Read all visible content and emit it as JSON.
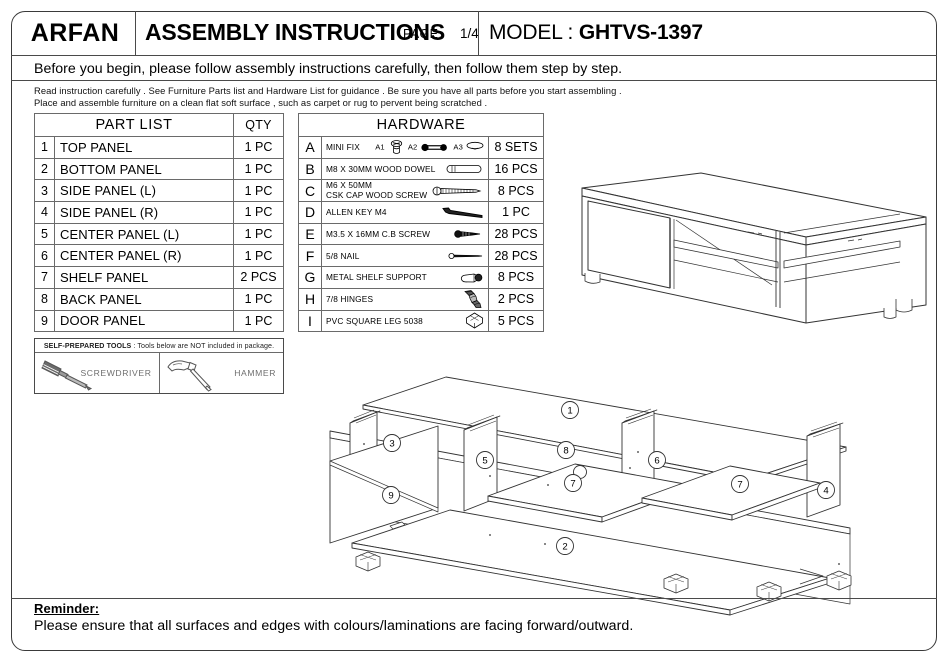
{
  "header": {
    "brand": "ARFAN",
    "title": "ASSEMBLY INSTRUCTIONS",
    "page_label": "PAGE:",
    "page_value": "1/4",
    "model_label": "MODEL :",
    "model_value": "GHTVS-1397"
  },
  "intro": "Before you begin, please follow assembly instructions carefully, then follow them step by step.",
  "notes": {
    "line1": "Read instruction carefully . See Furniture Parts list and Hardware List for guidance . Be sure you have all parts before you start assembling .",
    "line2": "Place and assemble furniture on a clean flat soft surface , such as carpet or rug to pervent being scratched ."
  },
  "part_list": {
    "title": "PART LIST",
    "qty_header": "QTY",
    "rows": [
      {
        "no": "1",
        "name": "TOP PANEL",
        "qty": "1 PC"
      },
      {
        "no": "2",
        "name": "BOTTOM PANEL",
        "qty": "1 PC"
      },
      {
        "no": "3",
        "name": "SIDE PANEL (L)",
        "qty": "1 PC"
      },
      {
        "no": "4",
        "name": "SIDE PANEL (R)",
        "qty": "1 PC"
      },
      {
        "no": "5",
        "name": "CENTER PANEL (L)",
        "qty": "1 PC"
      },
      {
        "no": "6",
        "name": "CENTER PANEL (R)",
        "qty": "1 PC"
      },
      {
        "no": "7",
        "name": "SHELF PANEL",
        "qty": "2 PCS"
      },
      {
        "no": "8",
        "name": "BACK PANEL",
        "qty": "1 PC"
      },
      {
        "no": "9",
        "name": "DOOR PANEL",
        "qty": "1 PC"
      }
    ]
  },
  "hardware": {
    "title": "HARDWARE",
    "rows": [
      {
        "code": "A",
        "desc": "MINI FIX",
        "desc2": "",
        "qty": "8 SETS",
        "sub": [
          "A1",
          "A2",
          "A3"
        ],
        "icon": "mini-fix-icon"
      },
      {
        "code": "B",
        "desc": "M8 X 30MM WOOD DOWEL",
        "desc2": "",
        "qty": "16 PCS",
        "icon": "wood-dowel-icon"
      },
      {
        "code": "C",
        "desc": "M6 X 50MM",
        "desc2": "CSK CAP WOOD SCREW",
        "qty": "8 PCS",
        "icon": "wood-screw-icon"
      },
      {
        "code": "D",
        "desc": "ALLEN KEY M4",
        "desc2": "",
        "qty": "1 PC",
        "icon": "allen-key-icon"
      },
      {
        "code": "E",
        "desc": "M3.5 X 16MM C.B SCREW",
        "desc2": "",
        "qty": "28 PCS",
        "icon": "cb-screw-icon"
      },
      {
        "code": "F",
        "desc": "5/8 NAIL",
        "desc2": "",
        "qty": "28 PCS",
        "icon": "nail-icon"
      },
      {
        "code": "G",
        "desc": "METAL SHELF SUPPORT",
        "desc2": "",
        "qty": "8 PCS",
        "icon": "shelf-support-icon"
      },
      {
        "code": "H",
        "desc": "7/8 HINGES",
        "desc2": "",
        "qty": "2 PCS",
        "icon": "hinge-icon"
      },
      {
        "code": "I",
        "desc": "PVC SQUARE LEG 5038",
        "desc2": "",
        "qty": "5 PCS",
        "icon": "square-leg-icon"
      }
    ]
  },
  "tools": {
    "banner_bold": "SELF-PREPARED TOOLS",
    "banner_rest": ": Tools below are NOT included in package.",
    "items": [
      {
        "label": "SCREWDRIVER",
        "icon": "screwdriver-icon"
      },
      {
        "label": "HAMMER",
        "icon": "hammer-icon"
      }
    ]
  },
  "reminder": {
    "title": "Reminder:",
    "text": "Please ensure that all surfaces and edges with colours/laminations are facing forward/outward."
  },
  "diagrams": {
    "assembled_view": "assembled-tv-stand-drawing",
    "exploded_view": "exploded-tv-stand-drawing",
    "callouts": [
      "1",
      "3",
      "5",
      "8",
      "7",
      "6",
      "7",
      "9",
      "2",
      "4"
    ]
  }
}
